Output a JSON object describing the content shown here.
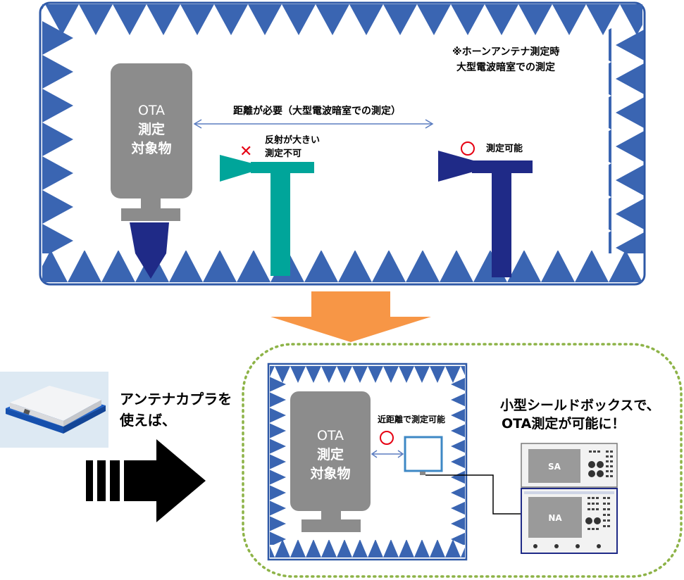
{
  "top_chamber": {
    "note_line1": "※ホーンアンテナ測定時",
    "note_line2": "大型電波暗室での測定",
    "distance_label": "距離が必要（大型電波暗室での測定）",
    "dut_line1": "OTA",
    "dut_line2": "測定",
    "dut_line3": "対象物",
    "bad_mark": "✕",
    "bad_line1": "反射が大きい",
    "bad_line2": "測定不可",
    "good_mark": "○",
    "good_label": "測定可能"
  },
  "left_side": {
    "caption_line1": "アンテナカプラを",
    "caption_line2": "使えば、"
  },
  "bottom_chamber": {
    "dut_line1": "OTA",
    "dut_line2": "測定",
    "dut_line3": "対象物",
    "near_label": "近距離で測定可能",
    "right_line1": "小型シールドボックスで、",
    "right_line2": "OTA測定が可能に！",
    "sa_label": "SA",
    "na_label": "NA"
  },
  "colors": {
    "chamber_blue": "#3a65b2",
    "frame_blue": "#2e58a6",
    "gray": "#8c8c8c",
    "teal": "#00a59a",
    "navy": "#1f2a87",
    "orange": "#f79646",
    "green_dotted": "#8db347",
    "red_mark": "#e60012"
  }
}
